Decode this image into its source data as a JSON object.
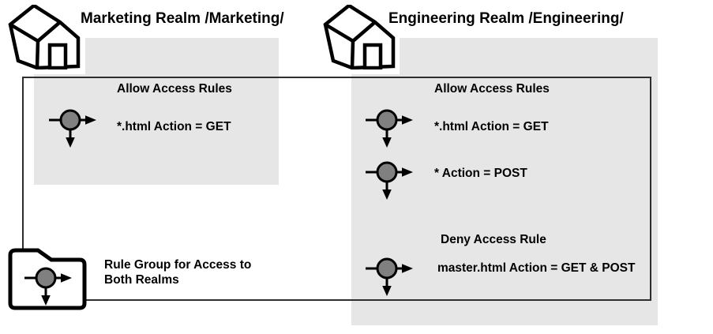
{
  "colors": {
    "region_fill": "#e6e6e6",
    "node_fill": "#808080",
    "ink": "#000000",
    "boundary_stroke": "#2e2e2e"
  },
  "icons": {
    "house": "house-icon",
    "rule_node": "rule-node-icon",
    "rule_group_folder": "folder-icon"
  },
  "realms": [
    {
      "title": "Marketing Realm /Marketing/",
      "sections": [
        {
          "heading": "Allow Access Rules",
          "rules": [
            "*.html Action = GET"
          ]
        }
      ]
    },
    {
      "title": "Engineering Realm /Engineering/",
      "sections": [
        {
          "heading": "Allow Access Rules",
          "rules": [
            "*.html Action = GET",
            "* Action = POST"
          ]
        },
        {
          "heading": "Deny Access Rule",
          "rules": [
            "master.html Action = GET & POST"
          ]
        }
      ]
    }
  ],
  "rule_group": {
    "lines": [
      "Rule Group for Access to",
      "Both Realms"
    ]
  }
}
